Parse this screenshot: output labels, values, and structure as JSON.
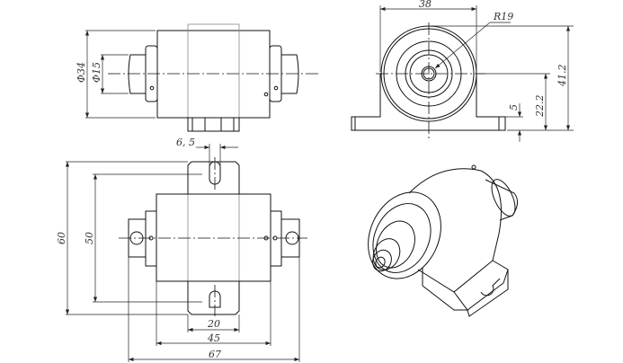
{
  "drawing": {
    "front_view": {
      "dim_outer_diameter": "Φ34",
      "dim_shaft_diameter": "Φ15"
    },
    "side_view": {
      "dim_width": "38",
      "dim_radius": "R19",
      "dim_total_height": "41.2",
      "dim_center_height": "22.2",
      "dim_base_thickness": "5"
    },
    "top_view": {
      "dim_slot_width": "6, 5",
      "dim_overall_length": "60",
      "dim_slot_spacing": "50",
      "dim_plate_width": "20",
      "dim_body_length": "45",
      "dim_overall_width": "67"
    }
  }
}
